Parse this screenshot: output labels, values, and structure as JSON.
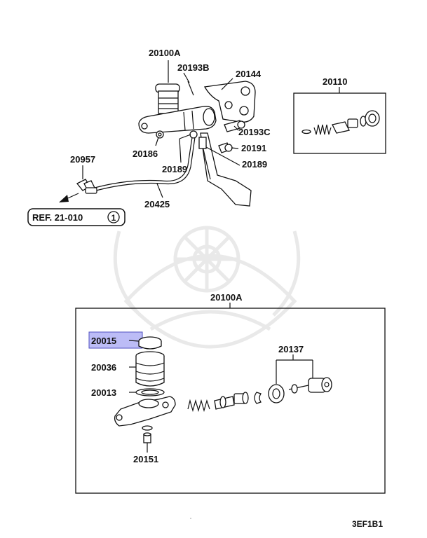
{
  "callouts": {
    "c20100A_top": "20100A",
    "c20193B": "20193B",
    "c20144": "20144",
    "c20110": "20110",
    "c20193C": "20193C",
    "c20186": "20186",
    "c20191": "20191",
    "c20189_a": "20189",
    "c20189_b": "20189",
    "c20957": "20957",
    "c20425": "20425",
    "c20100A_box": "20100A",
    "c20015": "20015",
    "c20137": "20137",
    "c20036": "20036",
    "c20013": "20013",
    "c20151": "20151"
  },
  "reference": {
    "label": "REF. 21-010",
    "circle_number": "1"
  },
  "footer": {
    "diagram_code": "3EF1B1"
  },
  "colors": {
    "highlight": "#8f8ff0",
    "line": "#111111",
    "watermark": "#e9e9e9"
  },
  "highlighted_part": "20015"
}
